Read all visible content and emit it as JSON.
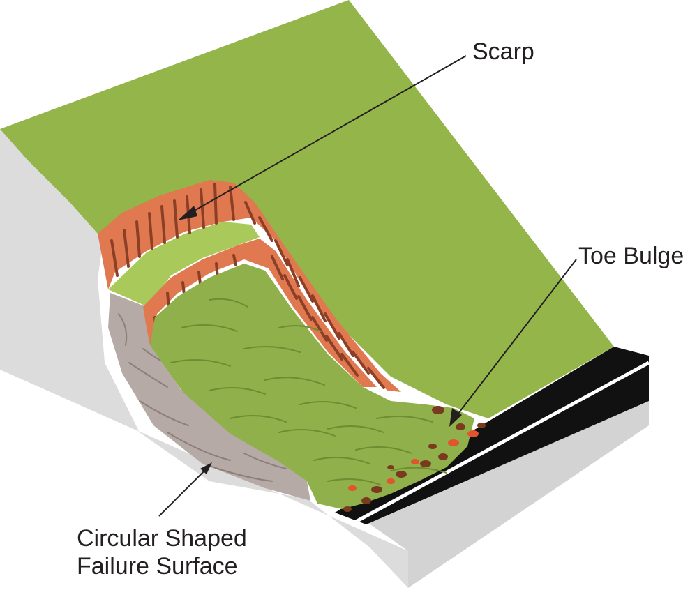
{
  "labels": {
    "scarp": "Scarp",
    "toe_bulge": "Toe Bulge",
    "failure_surface_line1": "Circular Shaped",
    "failure_surface_line2": "Failure Surface"
  },
  "colors": {
    "grass": "#94b54a",
    "slide_mass": "#8fb04a",
    "slump_block_top": "#a9c95a",
    "scarp_face": "#e07850",
    "scarp_streaks": "#8a3f26",
    "failure_surface": "#b6aaa6",
    "block_side": "#dcdcdc",
    "block_side_dark": "#c9c9c9",
    "road": "#111111",
    "road_line": "#ffffff",
    "debris_red": "#e0542e",
    "debris_brown": "#7a3a1e",
    "outline": "#231f20",
    "text": "#231f20"
  }
}
